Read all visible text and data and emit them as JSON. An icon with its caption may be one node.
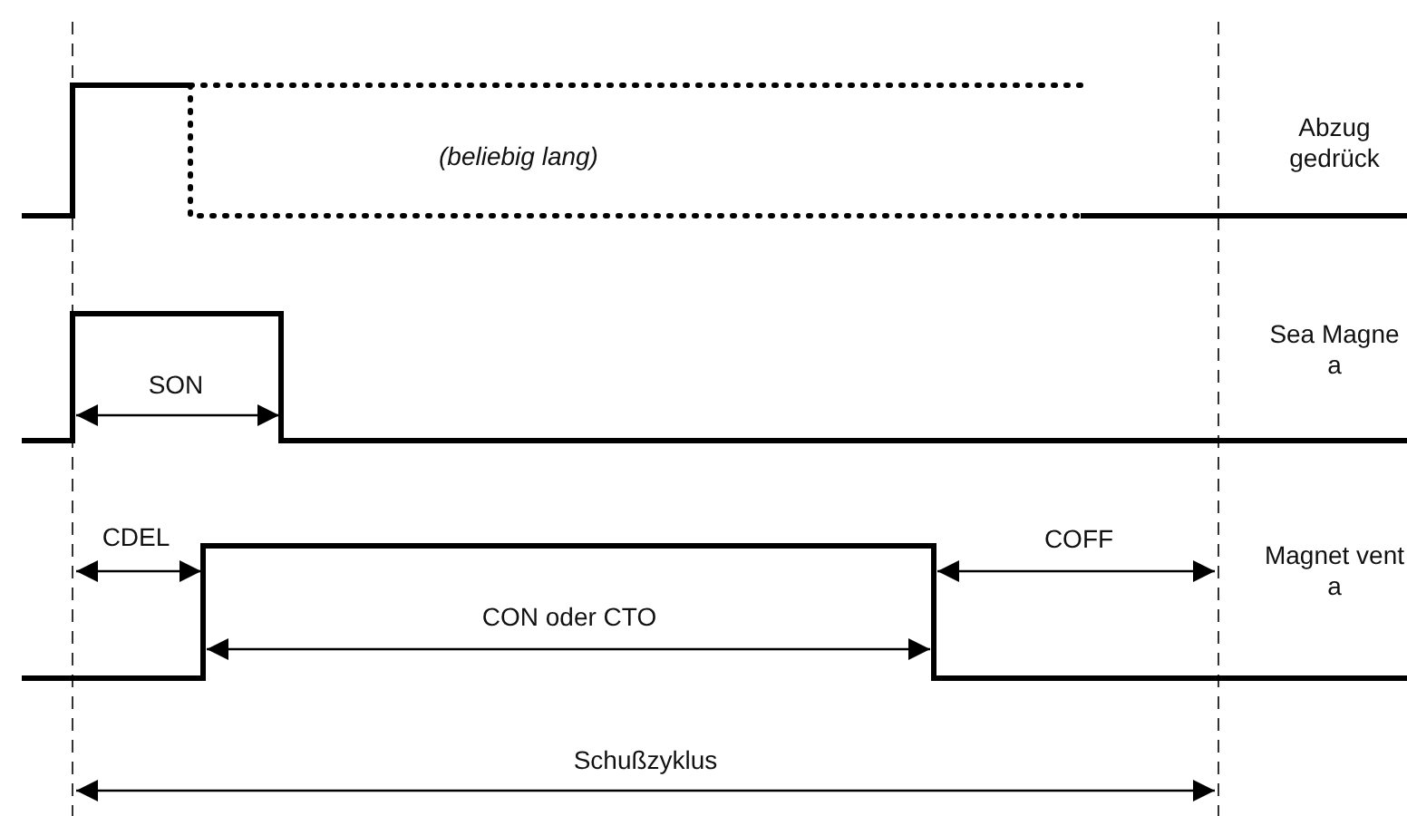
{
  "diagram": {
    "labels": [
      "(beliebig lang)",
      "Abzug gedrück",
      "SON",
      "Sea Magne a",
      "CDEL",
      "COFF",
      "CON oder CTO",
      "Magnet vent a",
      "Schußzyklus"
    ]
  }
}
